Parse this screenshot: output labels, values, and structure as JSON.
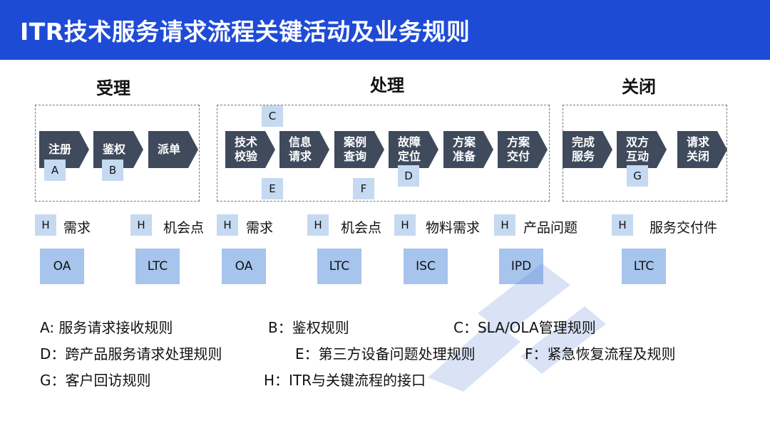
{
  "header": {
    "title": "ITR技术服务请求流程关键活动及业务规则"
  },
  "phases": {
    "accept": {
      "title": "受理",
      "steps": [
        "注册",
        "鉴权",
        "派单"
      ]
    },
    "handle": {
      "title": "处理",
      "steps": [
        "技术\n校验",
        "信息\n请求",
        "案例\n查询",
        "故障\n定位",
        "方案\n准备",
        "方案\n交付"
      ]
    },
    "close": {
      "title": "关闭",
      "steps": [
        "完成\n服务",
        "双方\n互动",
        "请求\n关闭"
      ]
    }
  },
  "tags": {
    "A": "A",
    "B": "B",
    "C": "C",
    "D": "D",
    "E": "E",
    "F": "F",
    "G": "G"
  },
  "interfaces": [
    {
      "tag": "H",
      "label": "需求",
      "system": "OA"
    },
    {
      "tag": "H",
      "label": "机会点",
      "system": "LTC"
    },
    {
      "tag": "H",
      "label": "需求",
      "system": "OA"
    },
    {
      "tag": "H",
      "label": "机会点",
      "system": "LTC"
    },
    {
      "tag": "H",
      "label": "物料需求",
      "system": "ISC"
    },
    {
      "tag": "H",
      "label": "产品问题",
      "system": "IPD"
    },
    {
      "tag": "H",
      "label": "服务交付件",
      "system": "LTC"
    }
  ],
  "rules": [
    "A: 服务请求接收规则",
    "B：鉴权规则",
    "C：SLA/OLA管理规则",
    "D：跨产品服务请求处理规则",
    "E：第三方设备问题处理规则",
    "F：紧急恢复流程及规则",
    "G：客户回访规则",
    "H：ITR与关键流程的接口"
  ],
  "colors": {
    "header": "#1e4bd6",
    "step": "#3f4a5c",
    "tag": "#c5d9f1",
    "system": "#a6c4ec"
  }
}
